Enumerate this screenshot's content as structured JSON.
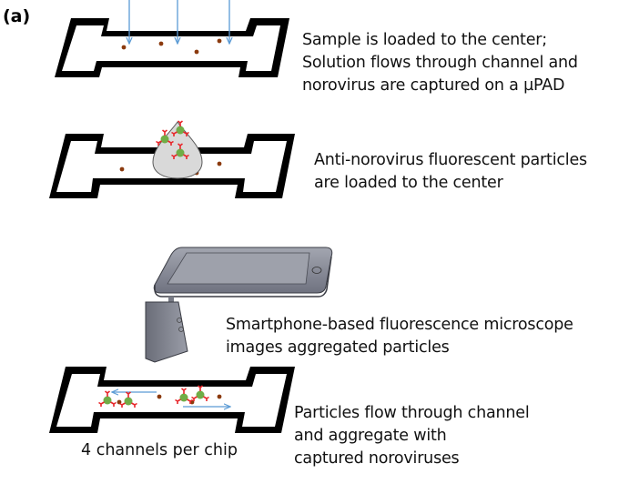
{
  "panel_label": "(a)",
  "steps": [
    {
      "id": "sample-loading",
      "caption": [
        "Sample is loaded to the center;",
        "Solution flows through channel and",
        "norovirus are captured on a µPAD"
      ]
    },
    {
      "id": "particle-loading",
      "caption": [
        "Anti-norovirus fluorescent particles",
        "are loaded to the center"
      ]
    },
    {
      "id": "smartphone-imaging",
      "caption": [
        "Smartphone-based fluorescence microscope",
        "images aggregated particles"
      ]
    },
    {
      "id": "flow-aggregation",
      "caption": [
        "Particles flow through channel",
        "and aggregate with",
        "captured noroviruses"
      ]
    }
  ],
  "chip_note": "4 channels per chip",
  "colors": {
    "channel_outline": "#000000",
    "flow_arrow": "#5b9bd5",
    "norovirus_dot": "#8b3a0e",
    "particle_core": "#70ad47",
    "antibody": "#e8262a",
    "droplet_fill": "#d9d9d9",
    "droplet_stroke": "#595959",
    "phone_body": "#8c8f99"
  }
}
